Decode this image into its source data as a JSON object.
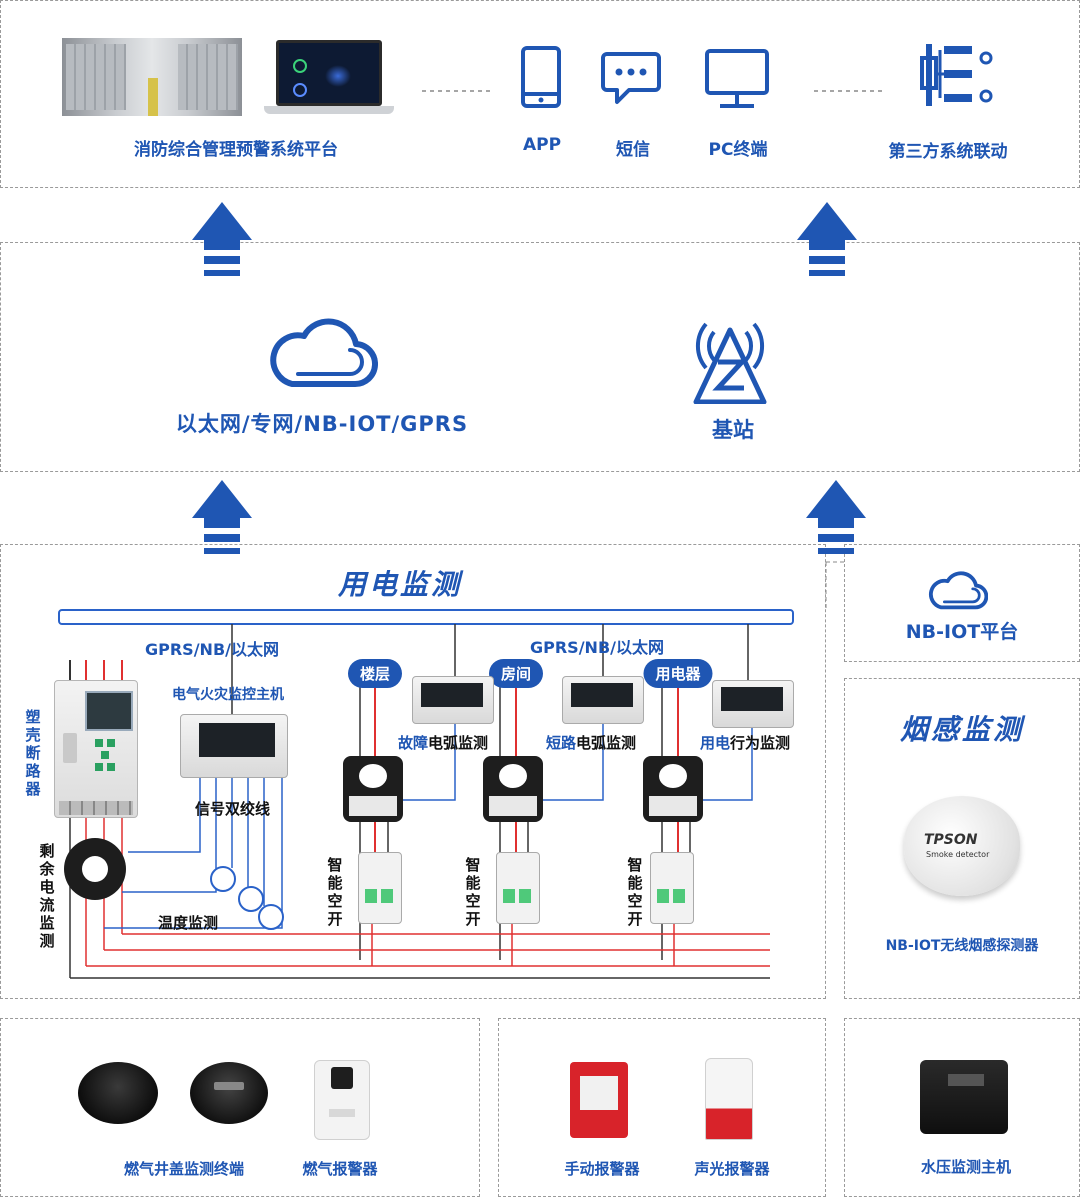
{
  "top": {
    "platform_label": "消防综合管理预警系统平台",
    "app_label": "APP",
    "sms_label": "短信",
    "pc_label": "PC终端",
    "third_party_label": "第三方系统联动"
  },
  "network": {
    "network_label": "以太网/专网/NB-IOT/GPRS",
    "station_label": "基站"
  },
  "power": {
    "title": "用电监测",
    "bus_label_left": "GPRS/NB/以太网",
    "bus_label_right": "GPRS/NB/以太网",
    "breaker_label": "塑壳断路器",
    "host_label": "电气火灾监控主机",
    "signal_label": "信号双绞线",
    "residual_label": "剩余电流监测",
    "temp_label": "温度监测",
    "tag_floor": "楼层",
    "tag_room": "房间",
    "tag_appliance": "用电器",
    "arc_fault_prefix": "故障",
    "arc_fault_suffix": "电弧监测",
    "arc_short_prefix": "短路",
    "arc_short_suffix": "电弧监测",
    "behavior_prefix": "用电",
    "behavior_suffix": "行为监测",
    "smart_switch_label": "智能空开"
  },
  "nbiot": {
    "platform_label": "NB-IOT平台"
  },
  "smoke": {
    "title": "烟感监测",
    "brand": "TPSON",
    "brand_sub": "Smoke detector",
    "detector_label": "NB-IOT无线烟感探测器"
  },
  "bottom": {
    "manhole_label": "燃气井盖监测终端",
    "gas_alarm_label": "燃气报警器",
    "manual_alarm_label": "手动报警器",
    "sound_light_label": "声光报警器",
    "water_pressure_label": "水压监测主机"
  },
  "colors": {
    "accent": "#1f56b3",
    "wire_red": "#e03030",
    "wire_black": "#222222",
    "wire_blue": "#2a62c9"
  }
}
